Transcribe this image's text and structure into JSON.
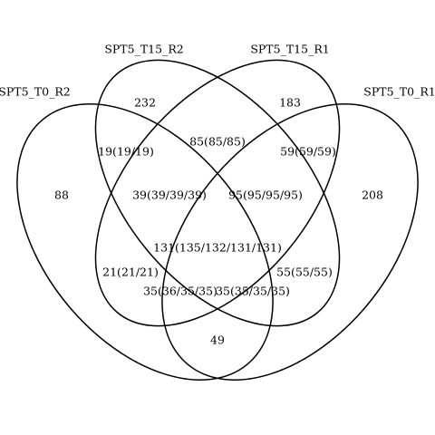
{
  "sets": [
    {
      "id": "A",
      "label": "SPT5_T0_R2"
    },
    {
      "id": "B",
      "label": "SPT5_T15_R2"
    },
    {
      "id": "C",
      "label": "SPT5_T15_R1"
    },
    {
      "id": "D",
      "label": "SPT5_T0_R1"
    }
  ],
  "regions": [
    {
      "sets": "B",
      "value": "232"
    },
    {
      "sets": "C",
      "value": "183"
    },
    {
      "sets": "A",
      "value": "88"
    },
    {
      "sets": "D",
      "value": "208"
    },
    {
      "sets": "B,C",
      "value": "85(85/85)"
    },
    {
      "sets": "A,B",
      "value": "19(19/19)"
    },
    {
      "sets": "C,D",
      "value": "59(59/59)"
    },
    {
      "sets": "A,B,C",
      "value": "39(39/39/39)"
    },
    {
      "sets": "B,C,D",
      "value": "95(95/95/95)"
    },
    {
      "sets": "A,B,C,D",
      "value": "131(135/132/131/131)"
    },
    {
      "sets": "A,C",
      "value": "21(21/21)"
    },
    {
      "sets": "B,D",
      "value": "55(55/55)"
    },
    {
      "sets": "A,C,D",
      "value": "35(36/35/35)"
    },
    {
      "sets": "A,B,D",
      "value": "35(35/35/35)"
    },
    {
      "sets": "A,D",
      "value": "49"
    }
  ],
  "colors": {
    "outline": "#000000",
    "background": "#ffffff",
    "text": "#000000"
  }
}
